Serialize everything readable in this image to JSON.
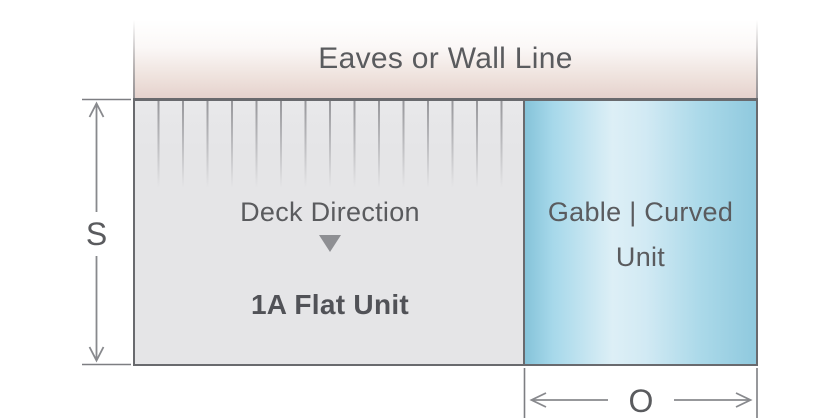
{
  "diagram": {
    "eaves_label": "Eaves or Wall Line",
    "deck": {
      "direction_label": "Deck Direction",
      "unit_label": "1A Flat Unit"
    },
    "gable": {
      "label_line1": "Gable | Curved",
      "label_line2": "Unit"
    },
    "dimensions": {
      "side_label": "S",
      "overhang_label": "O"
    },
    "icons": {
      "deck_direction_arrow": "triangle-down"
    },
    "colors": {
      "border": "#696a6e",
      "gray_fill": "#e5e5e7",
      "eaves_pink": "#e5d2cd",
      "blue_edge": "#8cc8dd",
      "blue_light": "#ddeff6",
      "text": "#5a5b5e",
      "dim_line": "#88898d",
      "hatch": "#97979b",
      "triangle": "#8e8f93"
    }
  }
}
